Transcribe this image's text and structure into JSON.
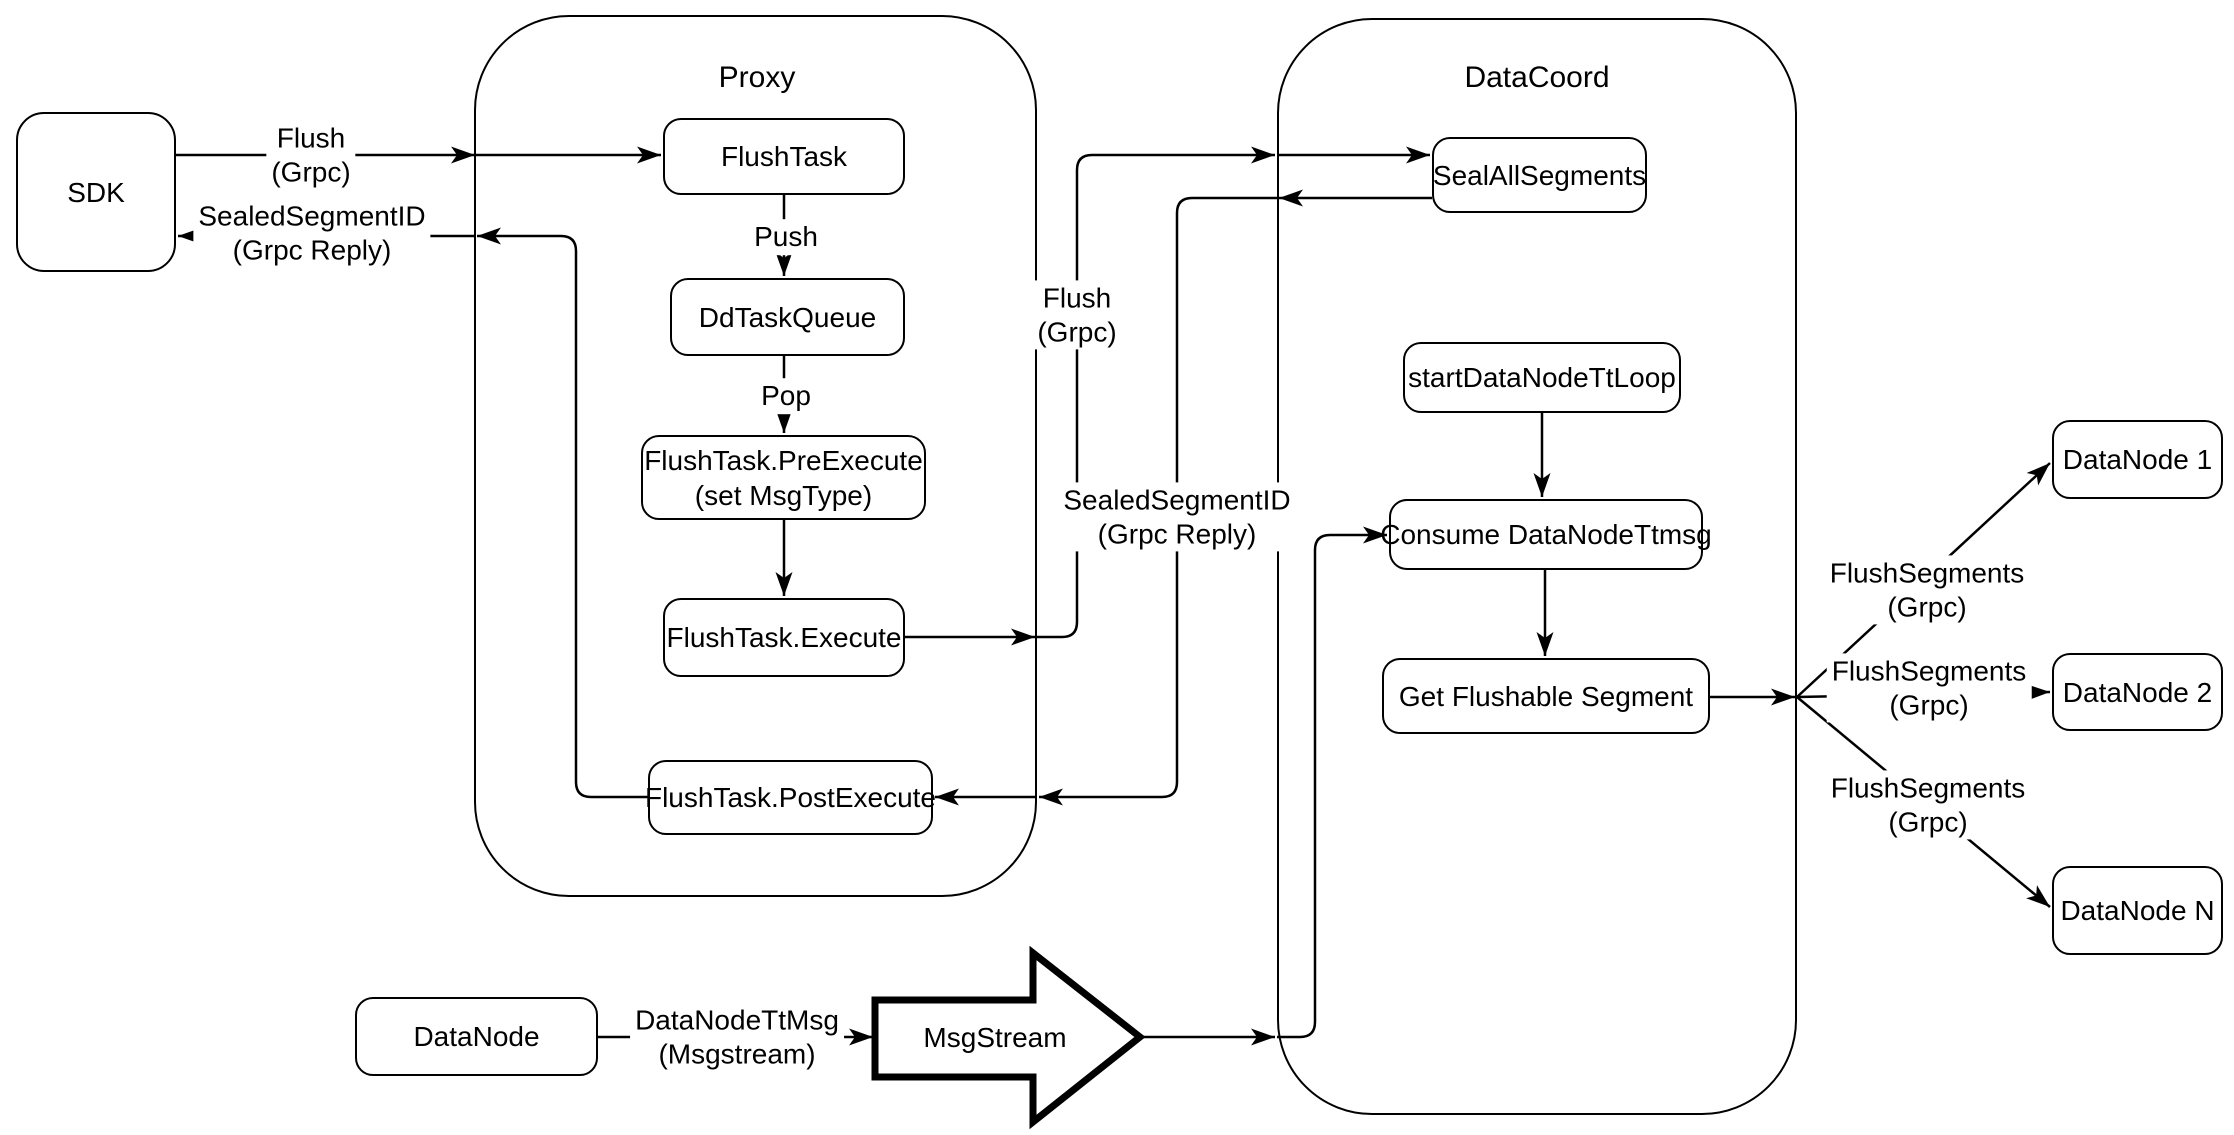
{
  "diagram": {
    "background": "#ffffff",
    "stroke_color": "#000000",
    "fill_color": "#ffffff",
    "containers": [
      {
        "id": "proxy",
        "title": "Proxy"
      },
      {
        "id": "datacoord",
        "title": "DataCoord"
      }
    ],
    "nodes": [
      {
        "id": "sdk",
        "label": "SDK"
      },
      {
        "id": "flushtask",
        "label": "FlushTask"
      },
      {
        "id": "ddtaskqueue",
        "label": "DdTaskQueue"
      },
      {
        "id": "preexecute",
        "label": "FlushTask.PreExecute\n(set MsgType)"
      },
      {
        "id": "execute",
        "label": "FlushTask.Execute"
      },
      {
        "id": "postexecute",
        "label": "FlushTask.PostExecute"
      },
      {
        "id": "sealallsegments",
        "label": "SealAllSegments"
      },
      {
        "id": "startdatanodettloop",
        "label": "startDataNodeTtLoop"
      },
      {
        "id": "consumedatanodettmsg",
        "label": "Consume DataNodeTtmsg"
      },
      {
        "id": "getflushablesegment",
        "label": "Get Flushable Segment"
      },
      {
        "id": "datanode1",
        "label": "DataNode 1"
      },
      {
        "id": "datanode2",
        "label": "DataNode 2"
      },
      {
        "id": "datanoden",
        "label": "DataNode N"
      },
      {
        "id": "datanode-bottom",
        "label": "DataNode"
      }
    ],
    "msgstream": {
      "label": "MsgStream"
    },
    "edge_labels": [
      {
        "id": "flush-grpc-sdk",
        "text": "Flush\n(Grpc)"
      },
      {
        "id": "push",
        "text": "Push"
      },
      {
        "id": "pop",
        "text": "Pop"
      },
      {
        "id": "flush-grpc-mid",
        "text": "Flush\n(Grpc)"
      },
      {
        "id": "sealedsegmentid-mid",
        "text": "SealedSegmentID\n(Grpc Reply)"
      },
      {
        "id": "sealedsegmentid-sdk",
        "text": "SealedSegmentID\n(Grpc Reply)"
      },
      {
        "id": "flushsegments-1",
        "text": "FlushSegments\n(Grpc)"
      },
      {
        "id": "flushsegments-2",
        "text": "FlushSegments\n(Grpc)"
      },
      {
        "id": "flushsegments-3",
        "text": "FlushSegments\n(Grpc)"
      },
      {
        "id": "datanodettmsg",
        "text": "DataNodeTtMsg\n(Msgstream)"
      }
    ]
  }
}
